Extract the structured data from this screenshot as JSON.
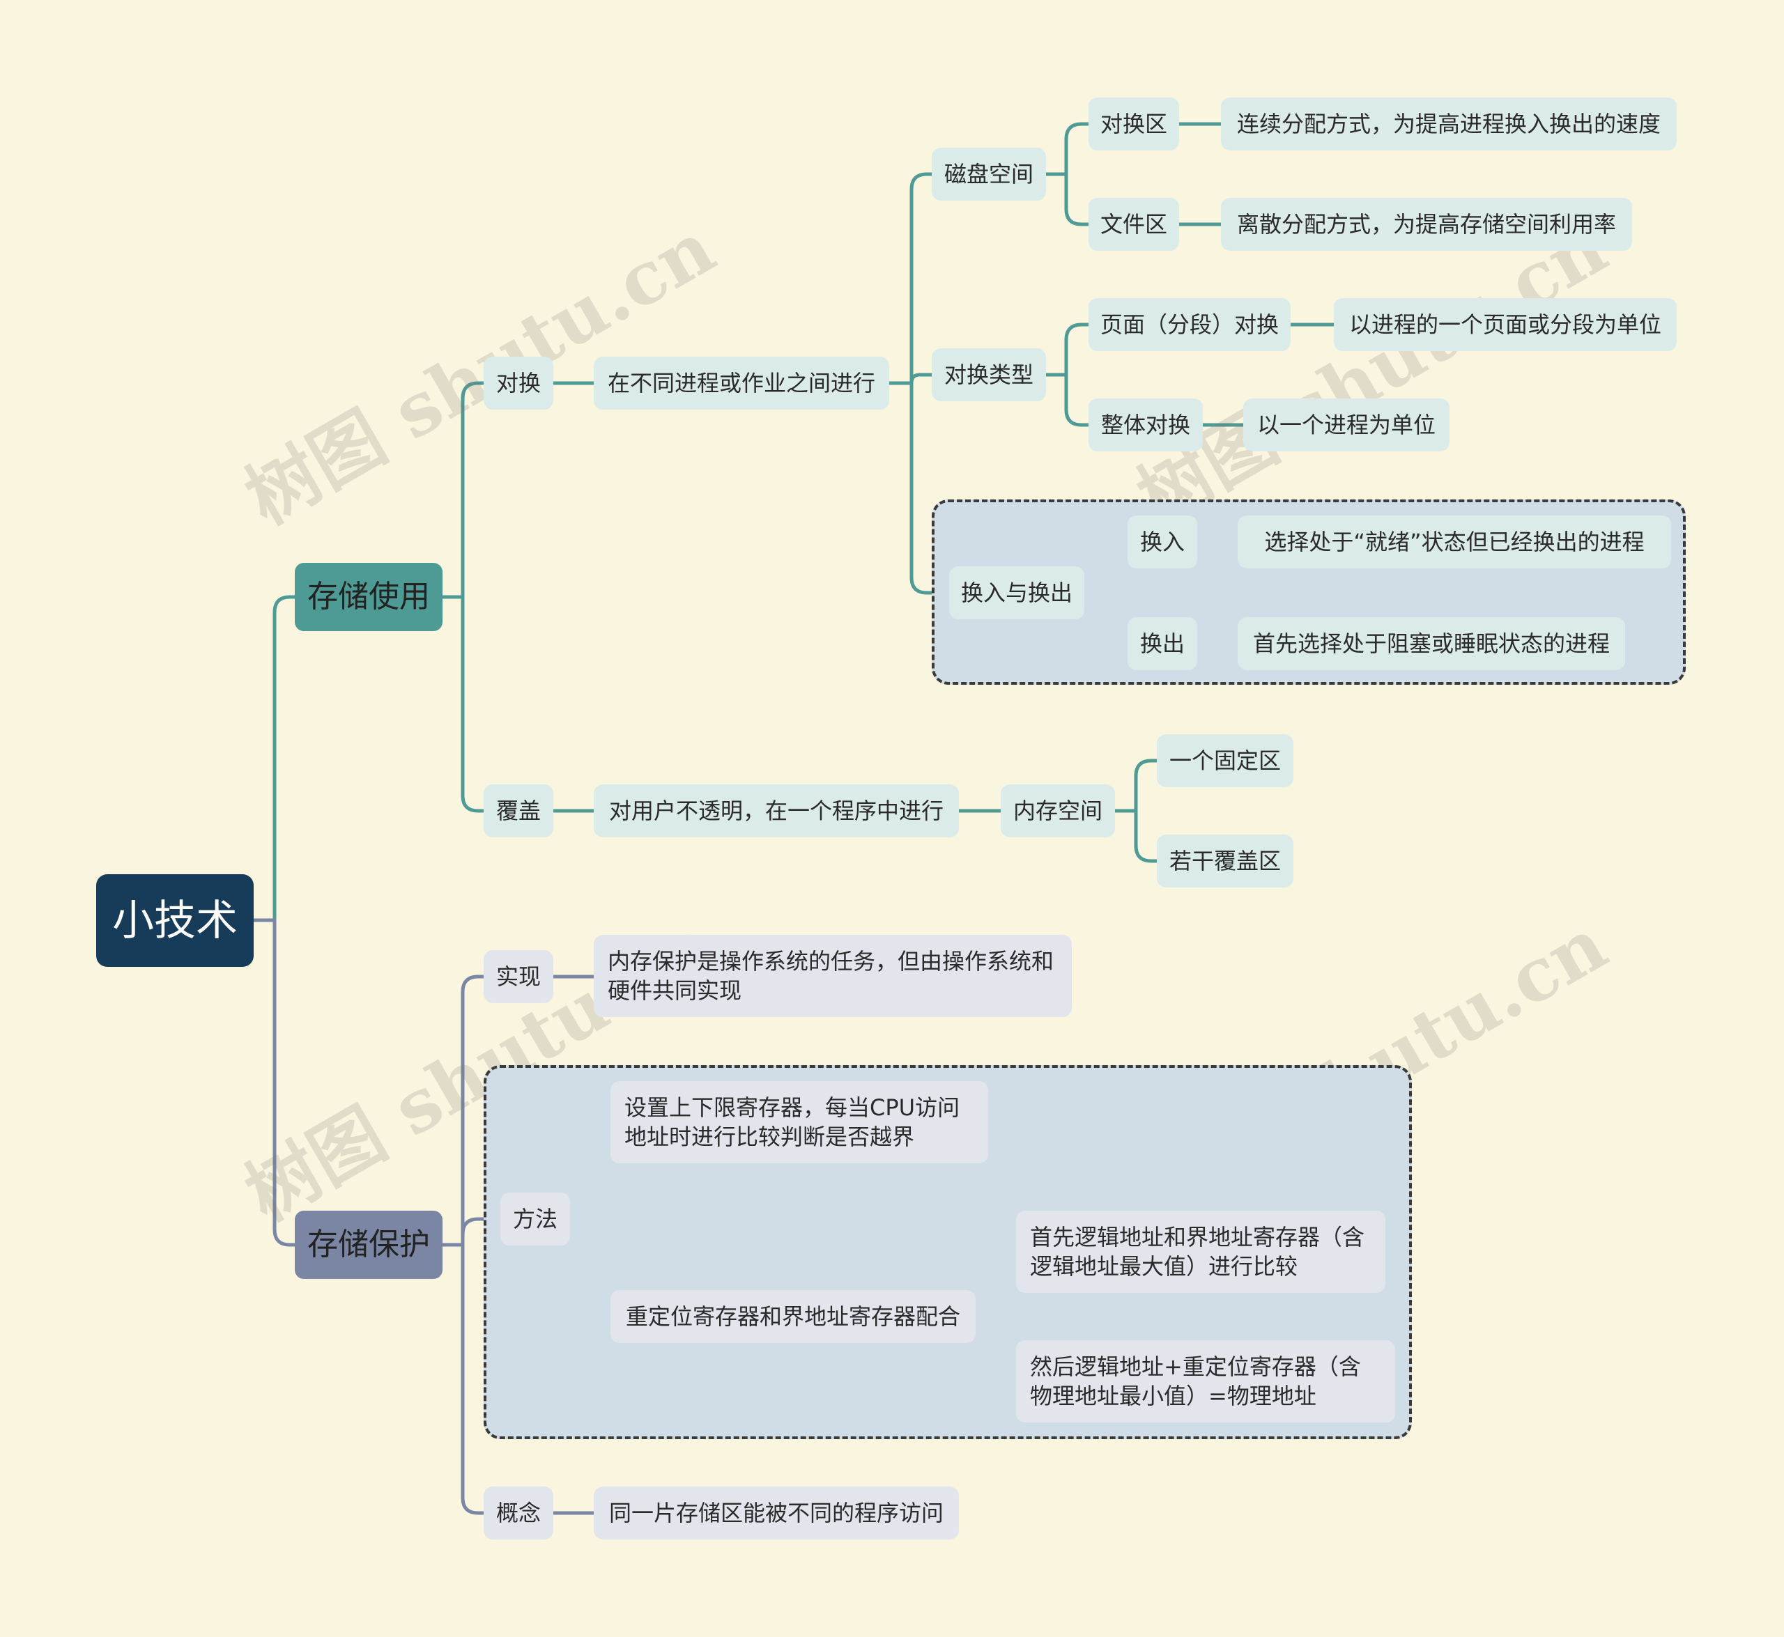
{
  "watermark": "树图 shutu.cn",
  "colors": {
    "background": "#faf5de",
    "teal_line": "#4e9a95",
    "slate_line": "#7a86a3",
    "root": "#173c59"
  },
  "mindmap": {
    "root": "小技术",
    "storage_use": {
      "label": "存储使用",
      "swap": {
        "label": "对换",
        "desc": "在不同进程或作业之间进行",
        "disk_space": {
          "label": "磁盘空间",
          "swap_area": {
            "label": "对换区",
            "desc": "连续分配方式，为提高进程换入换出的速度"
          },
          "file_area": {
            "label": "文件区",
            "desc": "离散分配方式，为提高存储空间利用率"
          }
        },
        "swap_type": {
          "label": "对换类型",
          "page_swap": {
            "label": "页面（分段）对换",
            "desc": "以进程的一个页面或分段为单位"
          },
          "whole_swap": {
            "label": "整体对换",
            "desc": "以一个进程为单位"
          }
        },
        "swap_in_out": {
          "label": "换入与换出",
          "swap_in": {
            "label": "换入",
            "desc": "选择处于“就绪”状态但已经换出的进程"
          },
          "swap_out": {
            "label": "换出",
            "desc": "首先选择处于阻塞或睡眠状态的进程"
          }
        }
      },
      "overlay": {
        "label": "覆盖",
        "desc": "对用户不透明，在一个程序中进行",
        "memory_space": {
          "label": "内存空间",
          "fixed": "一个固定区",
          "overlays": "若干覆盖区"
        }
      }
    },
    "storage_protection": {
      "label": "存储保护",
      "implementation": {
        "label": "实现",
        "desc": "内存保护是操作系统的任务，但由操作系统和硬件共同实现"
      },
      "method": {
        "label": "方法",
        "bounds_registers": "设置上下限寄存器，每当CPU访问地址时进行比较判断是否越界",
        "relocation": {
          "label": "重定位寄存器和界地址寄存器配合",
          "step1": "首先逻辑地址和界地址寄存器（含逻辑地址最大值）进行比较",
          "step2": "然后逻辑地址+重定位寄存器（含物理地址最小值）=物理地址"
        }
      },
      "concept": {
        "label": "概念",
        "desc": "同一片存储区能被不同的程序访问"
      }
    }
  }
}
